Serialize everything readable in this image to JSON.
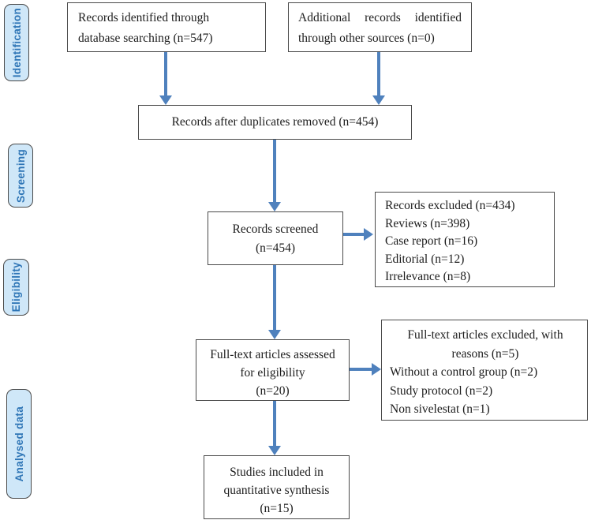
{
  "sidebar": {
    "identification": "Identification",
    "screening": "Screening",
    "eligibility": "Eligibility",
    "analysed": "Analysed data"
  },
  "boxes": {
    "identified": {
      "line1": "Records identified through",
      "line2": "database searching (n=547)"
    },
    "additional": {
      "line1": "Additional records identified",
      "line2": "through other sources (n=0)"
    },
    "duplicates": {
      "text": "Records after duplicates removed (n=454)"
    },
    "screened": {
      "line1": "Records screened",
      "line2": "(n=454)"
    },
    "records_excluded": {
      "line1": "Records excluded (n=434)",
      "line2": "Reviews (n=398)",
      "line3": "Case report (n=16)",
      "line4": "Editorial (n=12)",
      "line5": "Irrelevance (n=8)"
    },
    "fulltext_assessed": {
      "line1": "Full-text articles assessed",
      "line2": "for eligibility",
      "line3": "(n=20)"
    },
    "fulltext_excluded": {
      "line1": "Full-text articles excluded, with",
      "line2": "reasons (n=5)",
      "line3": "Without a control group (n=2)",
      "line4": "Study protocol (n=2)",
      "line5": "Non sivelestat (n=1)"
    },
    "included": {
      "line1": "Studies included in",
      "line2": "quantitative synthesis",
      "line3": "(n=15)"
    }
  },
  "colors": {
    "arrow-blue": "#4f81bd",
    "sidebar-fill": "#cfe7f8",
    "sidebar-text": "#2e75b6",
    "box-border": "#4a4a4a",
    "text": "#1c1c1c"
  }
}
